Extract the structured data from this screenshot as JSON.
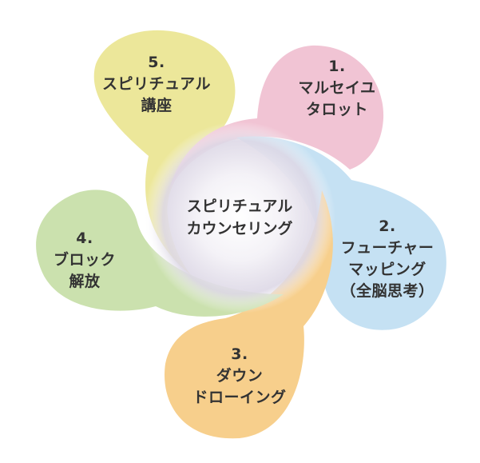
{
  "center": {
    "lines": [
      "スピリチュアル",
      "カウンセリング"
    ],
    "glow_color": "#ddd8e6"
  },
  "petals": [
    {
      "id": "marseille-tarot",
      "number": "1.",
      "lines": [
        "マルセイユ",
        "タロット"
      ],
      "color": "#f1c4d4"
    },
    {
      "id": "future-mapping",
      "number": "2.",
      "lines": [
        "フューチャー",
        "マッピング",
        "（全脳思考）"
      ],
      "color": "#c5e1f3"
    },
    {
      "id": "downloading",
      "number": "3.",
      "lines": [
        "ダウン",
        "ドローイング"
      ],
      "color": "#f7cf8c"
    },
    {
      "id": "block-release",
      "number": "4.",
      "lines": [
        "ブロック",
        "解放"
      ],
      "color": "#cbe1ae"
    },
    {
      "id": "spiritual-course",
      "number": "5.",
      "lines": [
        "スピリチュアル",
        "講座"
      ],
      "color": "#ece79a"
    }
  ]
}
